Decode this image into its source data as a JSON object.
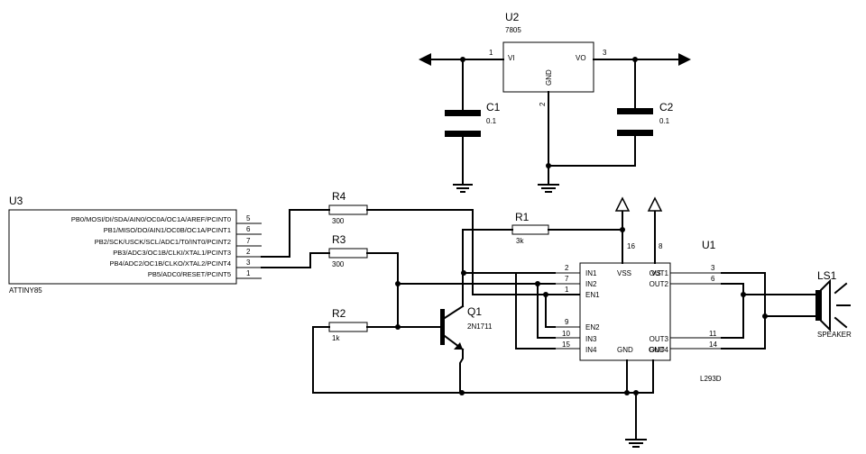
{
  "u2": {
    "ref": "U2",
    "value": "7805",
    "vi": "VI",
    "vo": "VO",
    "gnd": "GND",
    "pin1": "1",
    "pin2": "2",
    "pin3": "3"
  },
  "c1": {
    "ref": "C1",
    "value": "0.1"
  },
  "c2": {
    "ref": "C2",
    "value": "0.1"
  },
  "u3": {
    "ref": "U3",
    "value": "ATTINY85",
    "pins": [
      {
        "name": "PB0/MOSI/DI/SDA/AIN0/OC0A/OC1A/AREF/PCINT0",
        "num": "5"
      },
      {
        "name": "PB1/MISO/DO/AIN1/OC0B/OC1A/PCINT1",
        "num": "6"
      },
      {
        "name": "PB2/SCK/USCK/SCL/ADC1/T0/INT0/PCINT2",
        "num": "7"
      },
      {
        "name": "PB3/ADC3/OC1B/CLKI/XTAL1/PCINT3",
        "num": "2"
      },
      {
        "name": "PB4/ADC2/OC1B/CLKO/XTAL2/PCINT4",
        "num": "3"
      },
      {
        "name": "PB5/ADC0/RESET/PCINT5",
        "num": "1"
      }
    ]
  },
  "r4": {
    "ref": "R4",
    "value": "300"
  },
  "r3": {
    "ref": "R3",
    "value": "300"
  },
  "r2": {
    "ref": "R2",
    "value": "1k"
  },
  "r1": {
    "ref": "R1",
    "value": "3k"
  },
  "q1": {
    "ref": "Q1",
    "value": "2N1711"
  },
  "u1": {
    "ref": "U1",
    "value": "L293D",
    "in1": "IN1",
    "in2": "IN2",
    "en1": "EN1",
    "en2": "EN2",
    "in3": "IN3",
    "in4": "IN4",
    "vss": "VSS",
    "vs": "VS",
    "gnd1": "GND",
    "gnd2": "GND",
    "out1": "OUT1",
    "out2": "OUT2",
    "out3": "OUT3",
    "out4": "OUT4",
    "p2": "2",
    "p7": "7",
    "p1": "1",
    "p9": "9",
    "p10": "10",
    "p15": "15",
    "p16": "16",
    "p8": "8",
    "p3": "3",
    "p6": "6",
    "p11": "11",
    "p14": "14"
  },
  "ls1": {
    "ref": "LS1",
    "value": "SPEAKER"
  }
}
